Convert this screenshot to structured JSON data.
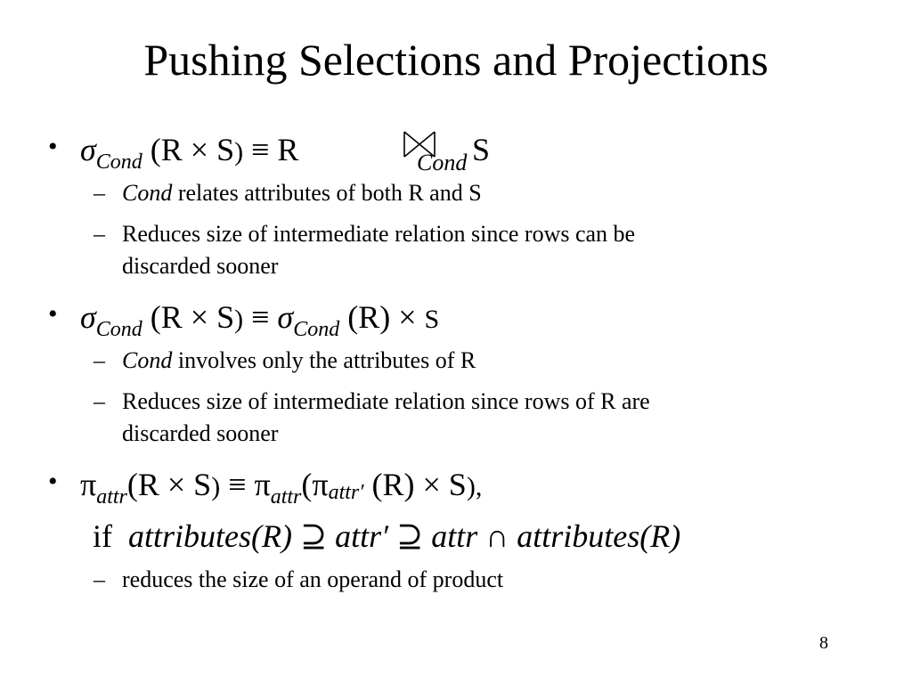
{
  "slide": {
    "title": "Pushing Selections and Projections",
    "bullets": [
      {
        "sigma": "σ",
        "cond": "Cond",
        "lhs": " (R × S",
        "lhs_close": ")",
        "equiv": " ≡ R",
        "join_cond": "Cond",
        "rhs": " S",
        "sub": [
          {
            "italic": "Cond",
            "text": " relates attributes of both R and S"
          },
          {
            "text": "Reduces size of intermediate relation since rows can be",
            "text2": "discarded sooner"
          }
        ]
      },
      {
        "sigma": "σ",
        "cond": "Cond",
        "lhs": " (R × S",
        "lhs_close": ")",
        "equiv": " ≡ ",
        "sigma2": "σ",
        "cond2": "Cond",
        "rhs": " (R) × ",
        "rhs2": "S",
        "sub": [
          {
            "italic": "Cond",
            "text": " involves only the attributes of R"
          },
          {
            "text": "Reduces size of intermediate relation since rows of R are",
            "text2": "discarded sooner"
          }
        ]
      },
      {
        "pi": "π",
        "attr": "attr",
        "lhs": "(R × S",
        "lhs_close": ")",
        "equiv": " ≡ ",
        "pi2": "π",
        "attr2": "attr",
        "open": "(",
        "pi3": "π",
        "attr3": "attr′",
        "rhs": " (R) × S",
        "rhs_close": "),",
        "if_word": "if",
        "if_expr1": "attributes(R)",
        "supset1": " ⊇ ",
        "if_expr2": "attr′",
        "supset2": " ⊇ ",
        "if_expr3": "attr",
        "cap": " ∩ ",
        "if_expr4": "attributes(R)",
        "sub": [
          {
            "text": "reduces the size of an operand of product"
          }
        ]
      }
    ],
    "bullet_char": "•",
    "dash_char": "–",
    "page_number": "8"
  },
  "icons": {
    "join": "bowtie-join-icon"
  }
}
